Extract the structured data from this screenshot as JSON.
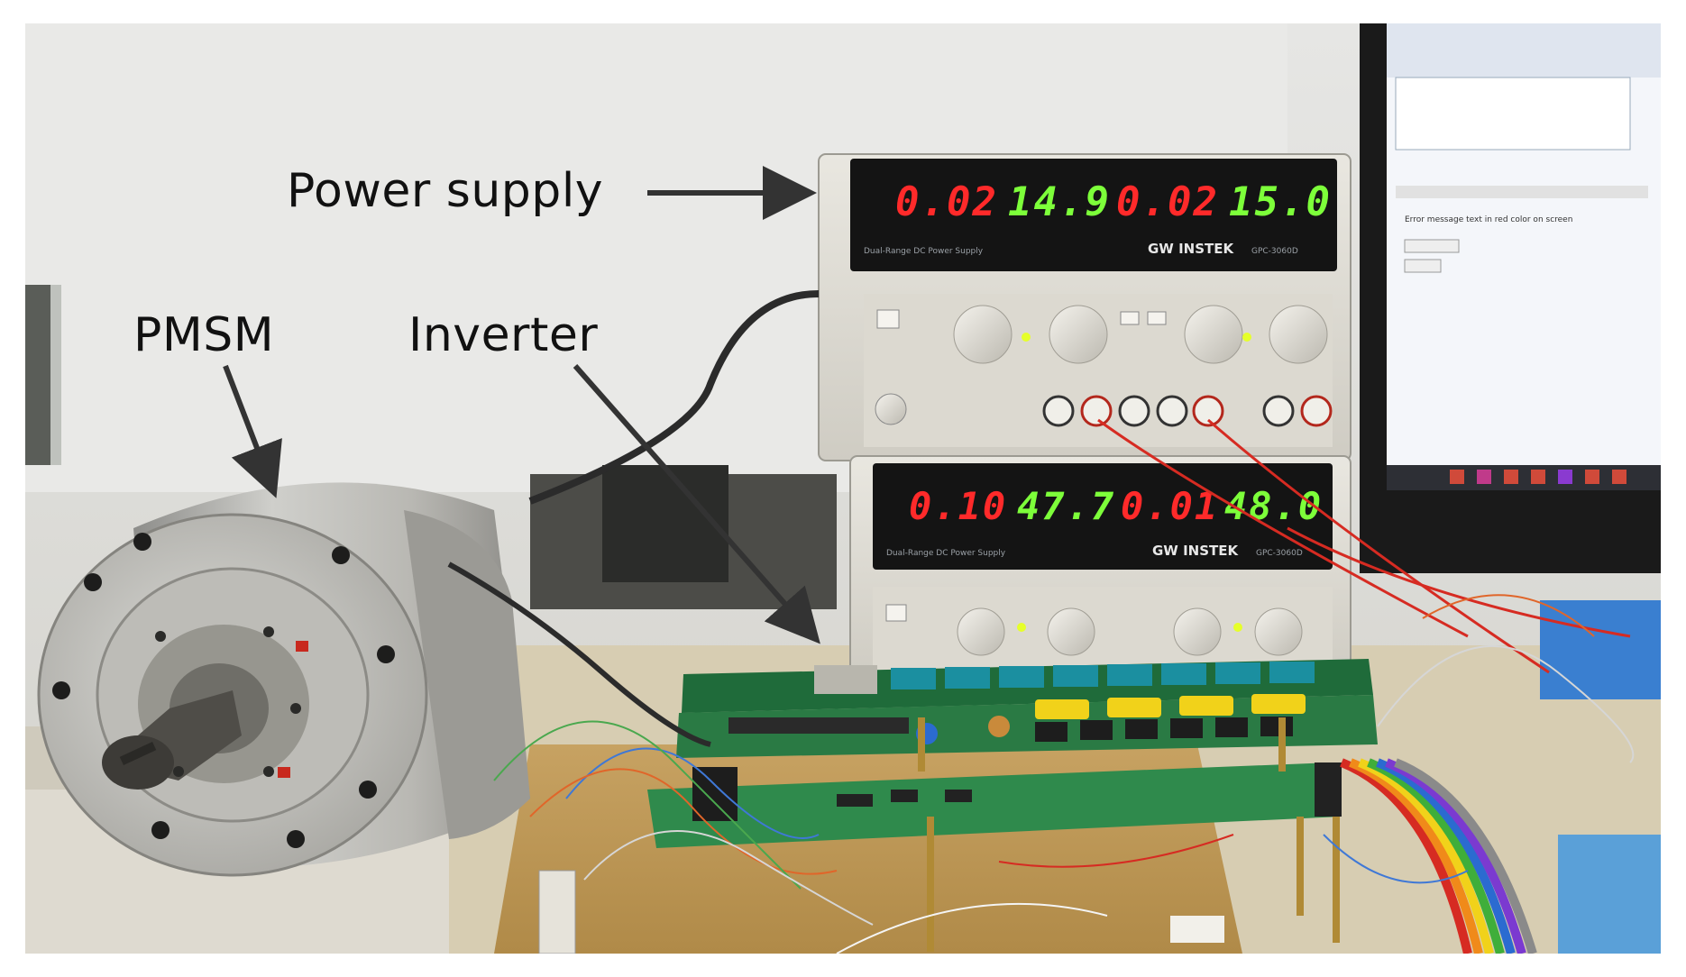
{
  "labels": {
    "power_supply": "Power supply",
    "pmsm": "PMSM",
    "inverter": "Inverter"
  },
  "upper_supply": {
    "display_1": "0.02",
    "display_2": "14.9",
    "display_3": "0.02",
    "display_4": "15.0",
    "brand": "GW INSTEK",
    "model": "GPC-3060D",
    "subtitle": "Dual-Range DC Power Supply"
  },
  "lower_supply": {
    "display_1": "0.10",
    "display_2": "47.7",
    "display_3": "0.01",
    "display_4": "48.0",
    "brand": "GW INSTEK",
    "model": "GPC-3060D",
    "subtitle": "Dual-Range DC Power Supply"
  },
  "colors": {
    "label_text": "#111111",
    "current_display": "#ff2a2a",
    "voltage_display": "#7dff3a",
    "pcb_green": "#1f6b3a",
    "capacitor_blue": "#1b8fa0",
    "capacitor_yellow": "#f1d21a"
  }
}
